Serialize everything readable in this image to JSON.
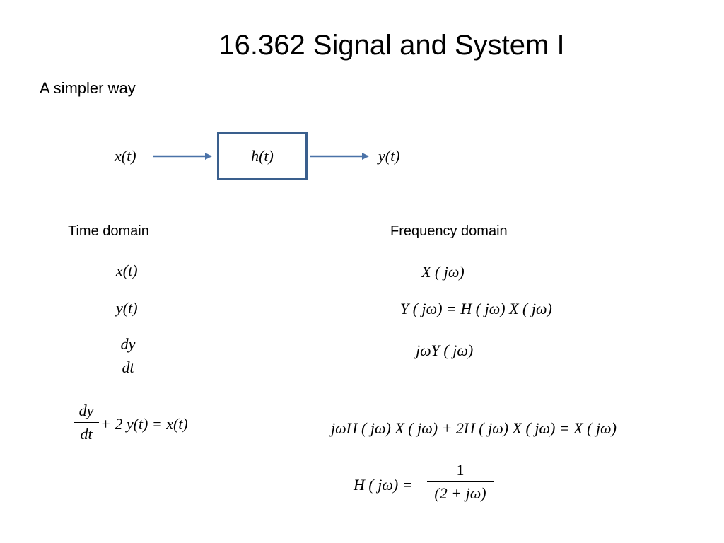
{
  "slide": {
    "title": "16.362 Signal and System I",
    "subtitle": "A simpler way"
  },
  "diagram": {
    "input_label": "x(t)",
    "system_label": "h(t)",
    "output_label": "y(t)",
    "arrow_color": "#4a72a8",
    "box_color": "#3a5f8d"
  },
  "time_domain": {
    "heading": "Time domain",
    "x": "x(t)",
    "y": "y(t)",
    "deriv_num": "dy",
    "deriv_den": "dt",
    "ode_num": "dy",
    "ode_den": "dt",
    "ode_rest": "+ 2 y(t) = x(t)"
  },
  "frequency_domain": {
    "heading": "Frequency domain",
    "X": "X ( jω)",
    "Y": "Y ( jω) = H ( jω) X ( jω)",
    "jwY": "jωY ( jω)",
    "eq": "jωH ( jω) X ( jω) + 2H ( jω) X ( jω) = X ( jω)",
    "H_lhs": "H ( jω) =",
    "H_num": "1",
    "H_den": "(2 + jω)"
  }
}
